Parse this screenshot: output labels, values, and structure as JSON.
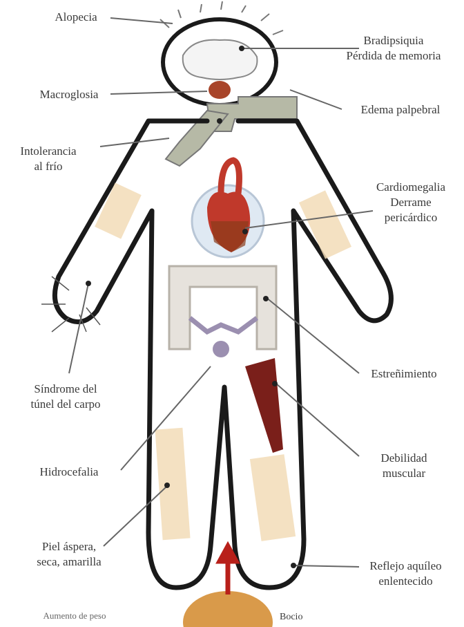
{
  "labels": {
    "alopecia": "Alopecia",
    "macroglosia": "Macroglosia",
    "intolerancia_frio": "Intolerancia\nal frío",
    "sindrome_tunel": "Síndrome del\ntúnel del carpo",
    "hidrocefalia": "Hidrocefalia",
    "piel": "Piel áspera,\nseca, amarilla",
    "bradipsiquia": "Bradipsiquia\nPérdida de memoria",
    "edema_palpebral": "Edema palpebral",
    "cardiomegalia": "Cardiomegalia\nDerrame\npericárdico",
    "estrenimiento": "Estreñimiento",
    "debilidad_muscular": "Debilidad\nmuscular",
    "reflejo": "Reflejo aquíleo\nenlentecido",
    "bottom_left": "Aumento de peso",
    "bottom_right": "Bocio"
  },
  "colors": {
    "outline": "#1a1a1a",
    "heart": "#c0392b",
    "colon": "#e6e2dc",
    "muscle": "#7a1f1a",
    "skin_patch": "#f2dcb8",
    "thyroid": "#d99a4a",
    "tongue": "#a8452a"
  }
}
